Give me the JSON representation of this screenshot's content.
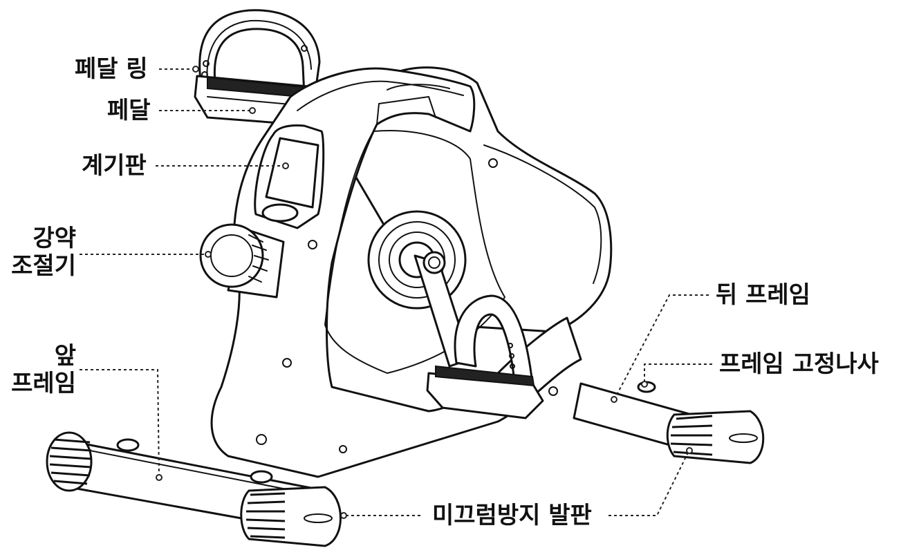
{
  "labels": {
    "pedal_ring": "페달 링",
    "pedal": "페달",
    "gauge": "계기판",
    "resistance_line1": "강약",
    "resistance_line2": "조절기",
    "front_frame_line1": "앞",
    "front_frame_line2": "프레임",
    "rear_frame": "뒤 프레임",
    "frame_screw": "프레임 고정나사",
    "anti_slip_foot": "미끄럼방지 발판"
  }
}
